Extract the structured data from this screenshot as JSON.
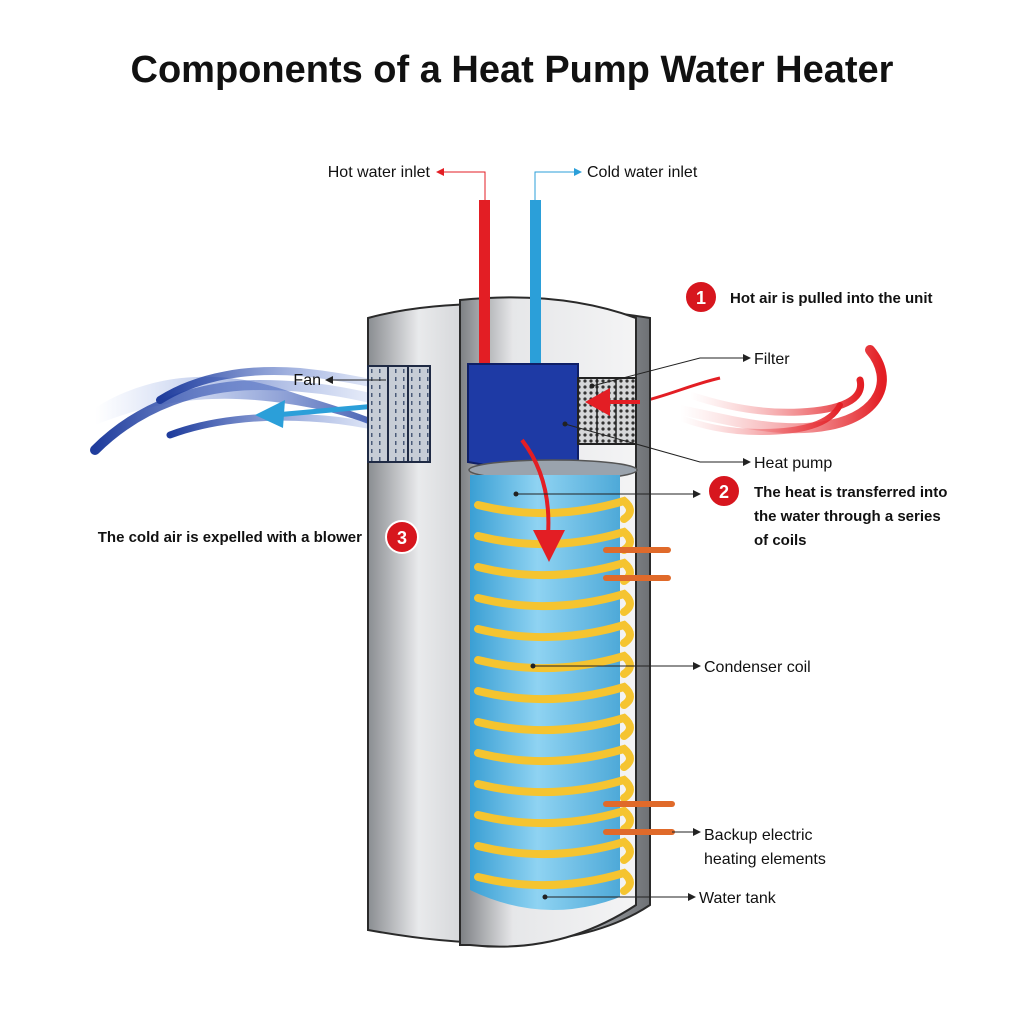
{
  "title": "Components of a Heat Pump Water Heater",
  "labels": {
    "hot_water_inlet": "Hot water inlet",
    "cold_water_inlet": "Cold water inlet",
    "fan": "Fan",
    "filter": "Filter",
    "heat_pump": "Heat pump",
    "condenser_coil": "Condenser coil",
    "backup_line1": "Backup electric",
    "backup_line2": "heating elements",
    "water_tank": "Water tank"
  },
  "steps": [
    {
      "number": "1",
      "lines": [
        "Hot air is pulled into the unit"
      ]
    },
    {
      "number": "2",
      "lines": [
        "The heat is transferred into",
        "the water through a series",
        "of coils"
      ]
    },
    {
      "number": "3",
      "lines": [
        "The cold air is expelled with a blower"
      ]
    }
  ],
  "colors": {
    "hot": "#e31e24",
    "cold": "#2b9fd9",
    "pump": "#1e3aa5",
    "coil": "#f5c430",
    "element": "#e06a2a",
    "water": "#6fc3ea",
    "badge": "#d7161e"
  }
}
